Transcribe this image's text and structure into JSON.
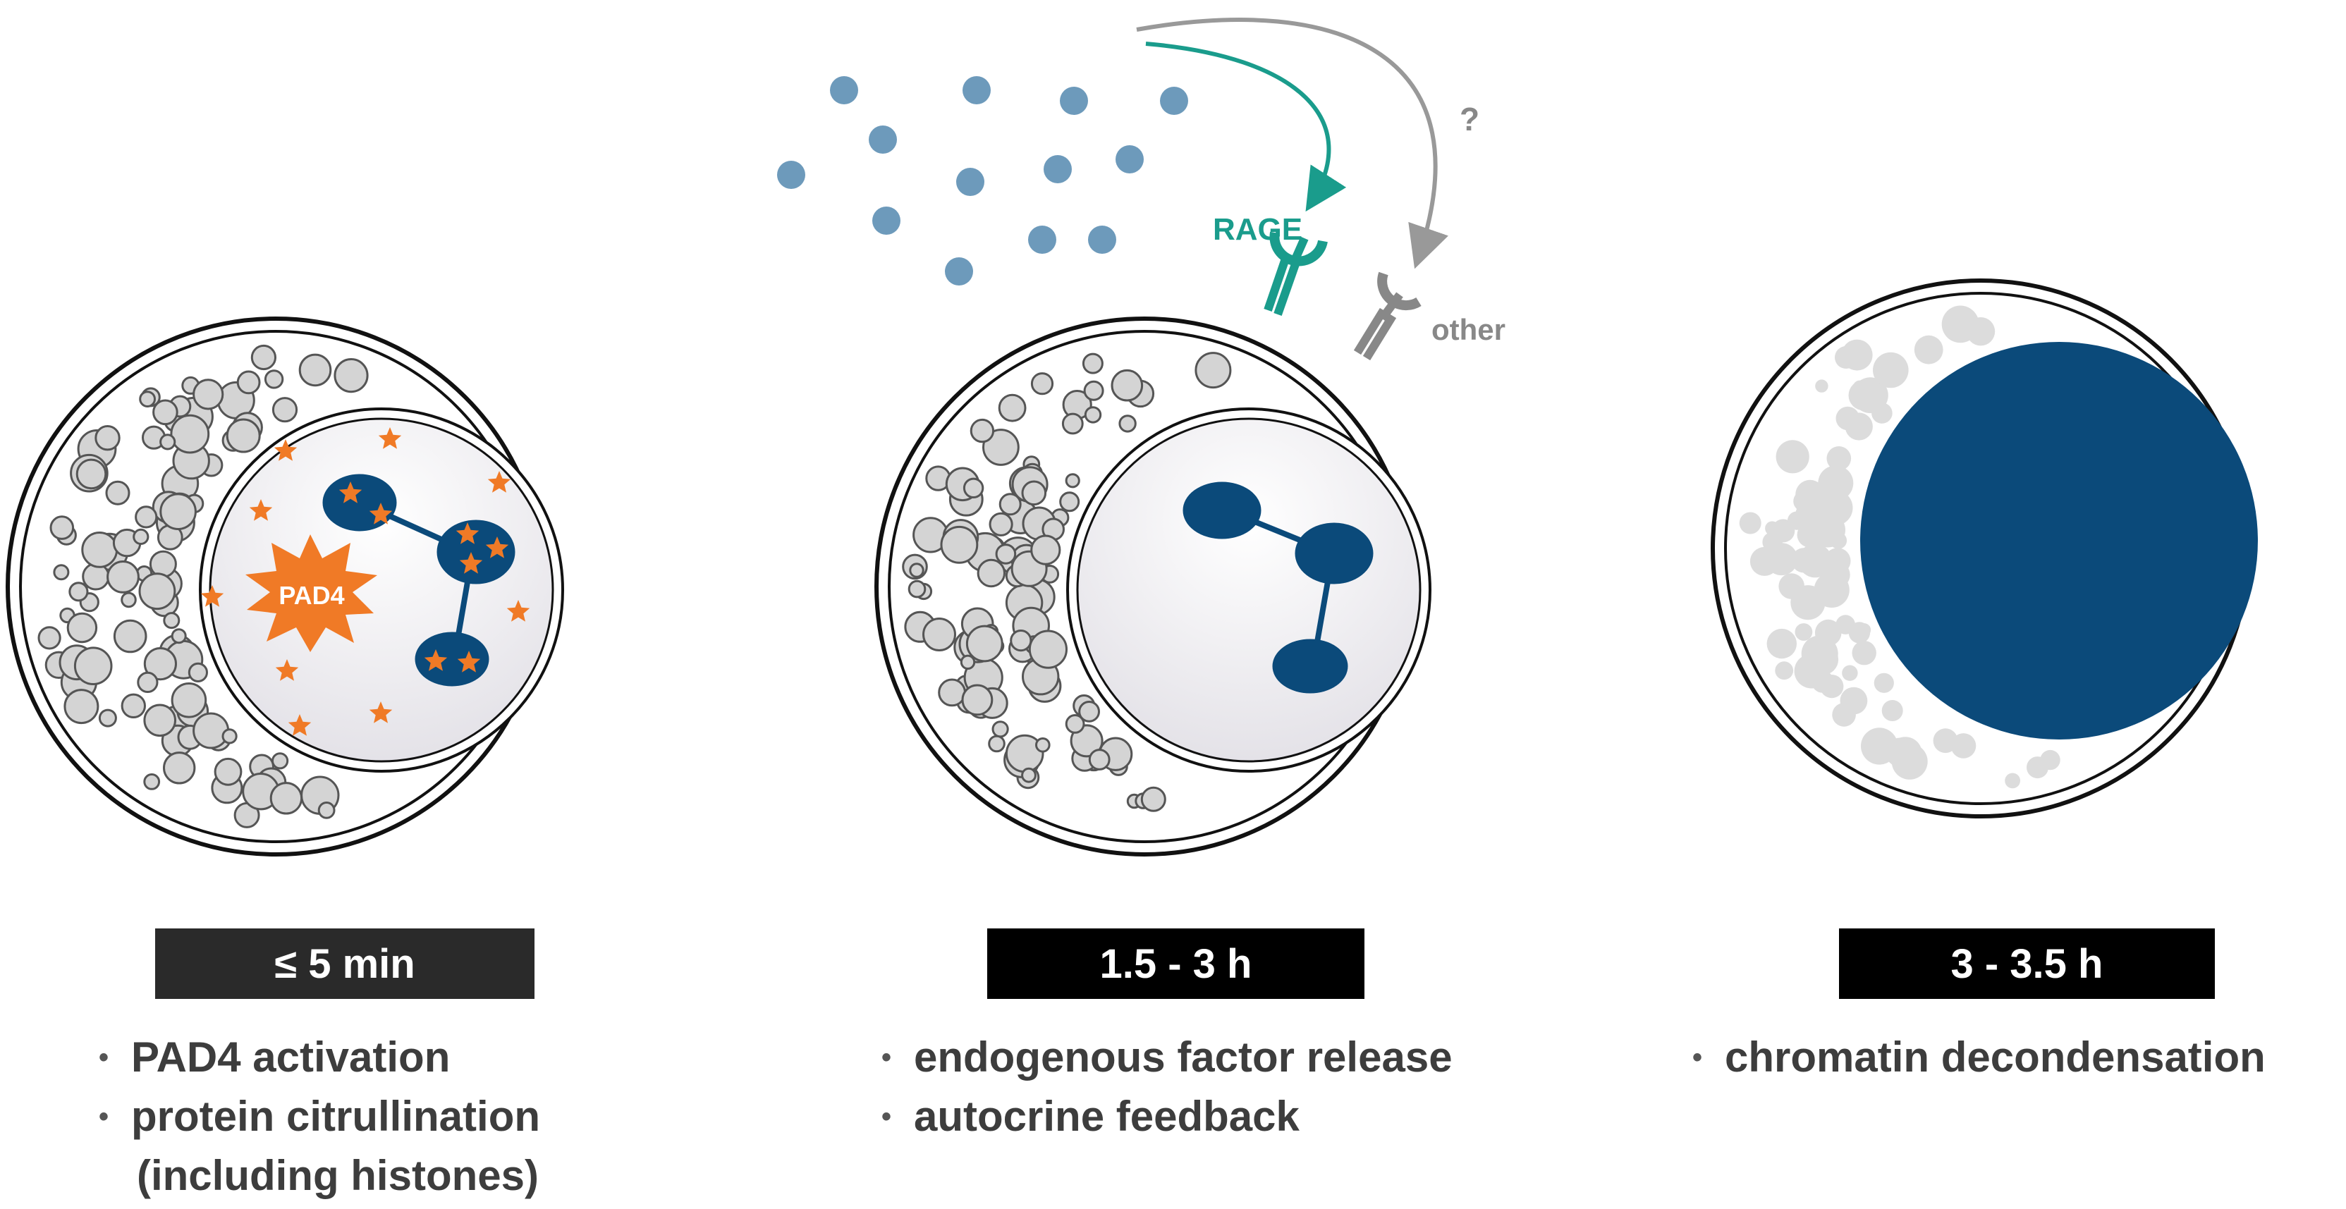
{
  "panels": [
    {
      "time_label": "≤ 5 min",
      "box_color": "#2a2a2a",
      "bullets": [
        "PAD4 activation",
        "protein citrullination"
      ],
      "continuation": "(including histones)",
      "enzyme_label": "PAD4"
    },
    {
      "time_label": "1.5 - 3 h",
      "box_color": "#000000",
      "bullets": [
        "endogenous factor release",
        "autocrine feedback"
      ],
      "receptor_label": "RAGE",
      "other_receptor_label": "other",
      "unknown_pathway_label": "?"
    },
    {
      "time_label": "3 - 3.5 h",
      "box_color": "#000000",
      "bullets": [
        "chromatin decondensation"
      ]
    }
  ],
  "bullet_marker": "•",
  "colors": {
    "chromatin": "#0b4a7a",
    "pad4": "#f07a26",
    "rage": "#1a9c8c",
    "other_receptor": "#888888",
    "factor": "#6d9abb",
    "granule": "#d2d2d2",
    "granule_light": "#dcdcdc"
  }
}
